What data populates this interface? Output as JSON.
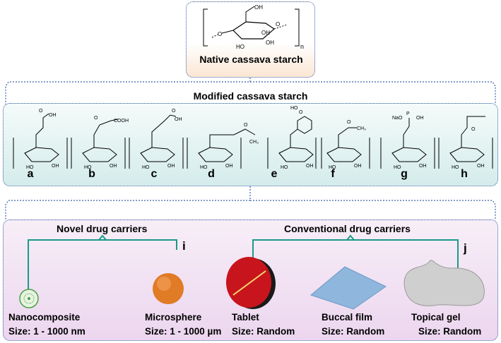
{
  "native": {
    "label": "Native cassava starch",
    "oh_labels": [
      "OH",
      "OH",
      "HO",
      "OH"
    ],
    "n": "n"
  },
  "modified": {
    "title": "Modified cassava starch",
    "letters": [
      "a",
      "b",
      "c",
      "d",
      "e",
      "f",
      "g",
      "h"
    ]
  },
  "carriers": {
    "novel_title": "Novel drug carriers",
    "conventional_title": "Conventional drug carriers",
    "tag_i": "i",
    "tag_j": "j",
    "items": [
      {
        "name": "Nanocomposite",
        "size": "Size: 1 - 1000 nm"
      },
      {
        "name": "Microsphere",
        "size": "Size: 1 - 1000 µm"
      },
      {
        "name": "Tablet",
        "size": "Size: Random"
      },
      {
        "name": "Buccal film",
        "size": "Size: Random"
      },
      {
        "name": "Topical gel",
        "size": "Size: Random"
      }
    ]
  },
  "colors": {
    "box_border": "#3a5fa8",
    "bracket": "#1a9a8a",
    "native_bg": "#fbe6d4",
    "modified_bg": "#d4eceb",
    "carrier_bg": "#ecd6ef",
    "tablet": "#c8141c",
    "microsphere": "#e07b26",
    "film": "#8fb6dc",
    "nanocomposite": "#4aa04a"
  }
}
